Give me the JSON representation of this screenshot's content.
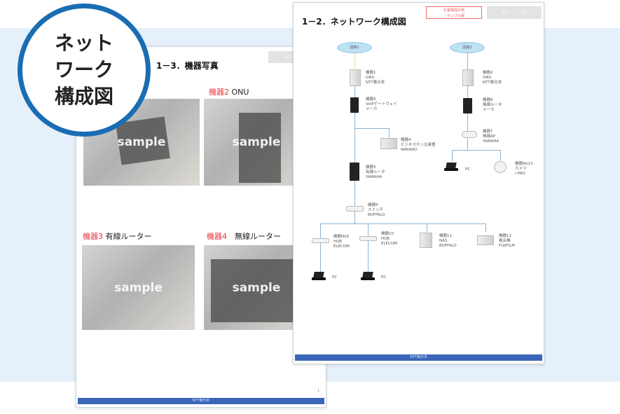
{
  "badge": {
    "label": "ネット\nワーク\n構成図"
  },
  "back_page": {
    "title": "1－3．機器写真",
    "button": "表示",
    "photos": [
      {
        "num": "",
        "name": "",
        "watermark": "sample"
      },
      {
        "num": "機器2",
        "name": " ONU",
        "watermark": "sample"
      },
      {
        "num": "機器3",
        "name": " 有線ルーター",
        "watermark": "sample"
      },
      {
        "num": "機器4",
        "name": "　無線ルーター",
        "watermark": "sample"
      }
    ],
    "page_number": "1",
    "footer": "NTT東日本"
  },
  "front_page": {
    "title": "1－2．ネットワーク構成図",
    "stamp": "お客様提示用\n・サンプル版",
    "button": "表示　　印刷",
    "clouds": [
      "回線1",
      "回線2"
    ],
    "devices": {
      "d1": "機器1\nONU\nNTT東日本",
      "d2": "機器2\nONU\nNTT東日本",
      "d3": "機器3\nVoIPゲートウェイ\nメーカ",
      "d6": "機器6\n無線ルータ\nメーカ",
      "d4": "機器4\nビジネスホン主装置\nNAKANO",
      "d7": "機器7\n無線AP\nYAMAHA",
      "d5": "機器5\n有線ルータ\nYAMAHA",
      "d8": "機器8\nスイッチ\nBUFFALO",
      "d9": "機器No9\nHUB\nELECOM",
      "d10": "機器10\nHUB\nELECOM",
      "d11": "機器11\nNAS\nBUFFALO",
      "d12": "機器12\n複合機\nFUJIFILM",
      "d13": "機器No13\nカメラ\ni-PRO",
      "pc": "PC"
    },
    "footer": "NTT東日本"
  }
}
